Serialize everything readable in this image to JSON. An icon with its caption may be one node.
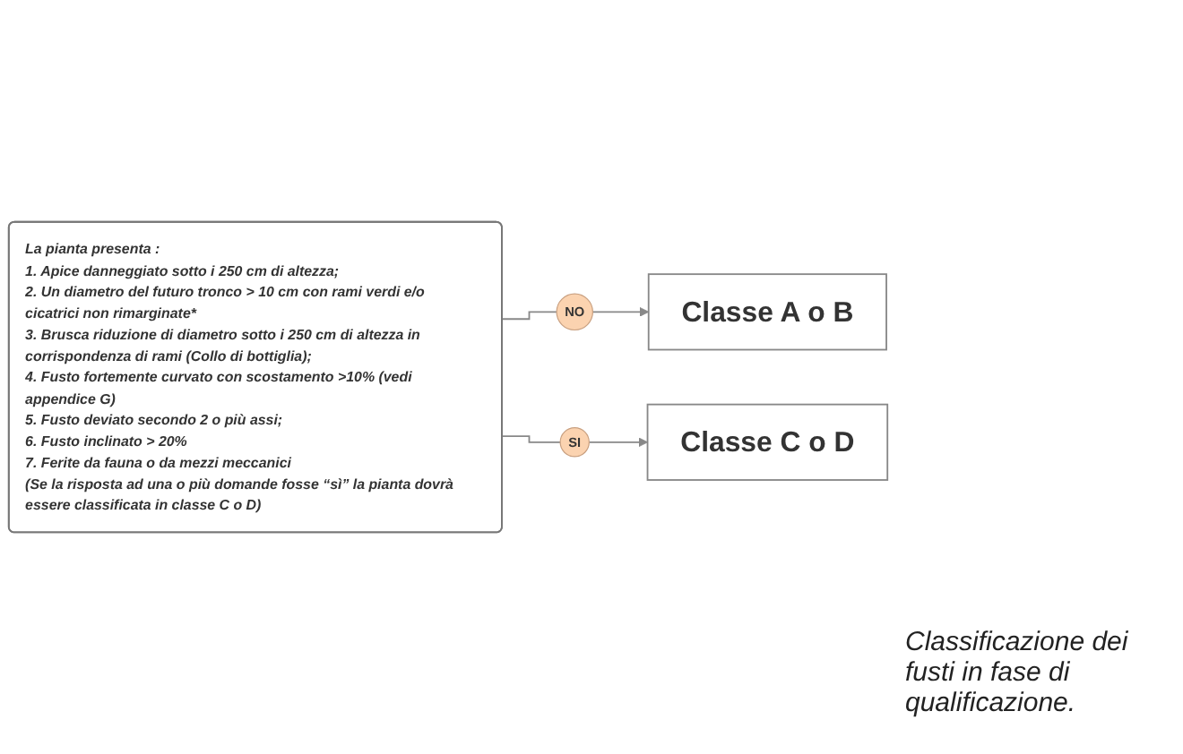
{
  "diagram": {
    "caption": "Classificazione dei fusti in fase di qualificazione.",
    "nodes": [
      {
        "text": [
          "La pianta presenta :",
          "1. Apice danneggiato sotto i 250 cm di altezza;",
          "2. Un diametro del futuro tronco > 10 cm con rami verdi e/o cicatrici non rimarginate*",
          "3. Brusca riduzione di diametro sotto i 250 cm di altezza in corrispondenza di rami (Collo di bottiglia);",
          "4. Fusto fortemente curvato con scostamento >10% (vedi appendice G)",
          "5. Fusto deviato secondo 2 o più assi;",
          "6. Fusto inclinato > 20%",
          "7. Ferite da fauna o da mezzi meccanici",
          "(Se la risposta ad una o più domande fosse “sì” la pianta dovrà essere classificata in classe C o D)"
        ]
      },
      {
        "text": [
          "Classe A o B"
        ]
      },
      {
        "text": [
          "NO"
        ]
      },
      {
        "text": [
          "SI"
        ]
      },
      {
        "text": [
          "Classe C o D"
        ]
      }
    ],
    "edges": [
      {
        "from": 0,
        "to": 2,
        "arrow": "none"
      },
      {
        "from": 2,
        "to": 1,
        "arrow": "to"
      },
      {
        "from": 0,
        "to": 3,
        "arrow": "none"
      },
      {
        "from": 3,
        "to": 4,
        "arrow": "to"
      }
    ]
  }
}
